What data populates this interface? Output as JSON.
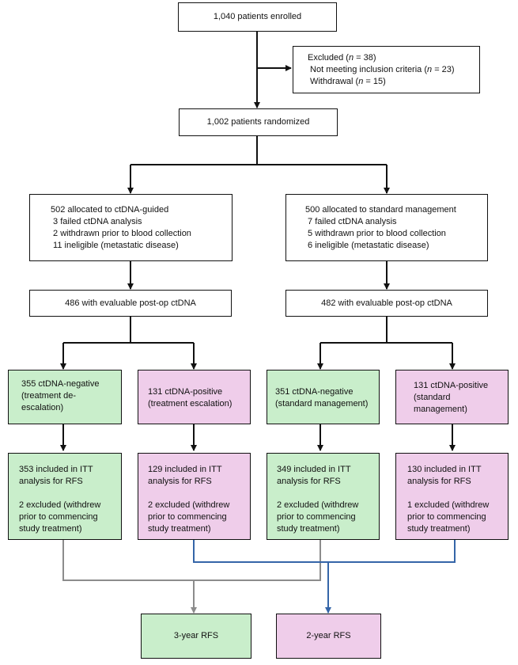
{
  "enrolled": "1,040 patients enrolled",
  "excluded": {
    "title_prefix": "Excluded (",
    "n_symbol": "n",
    "title_suffix": " = 38)",
    "line1_prefix": " Not meeting inclusion criteria (",
    "line1_suffix": " = 23)",
    "line2_prefix": " Withdrawal (",
    "line2_suffix": " = 15)"
  },
  "randomized": "1,002 patients randomized",
  "arms": [
    {
      "allocated": "502 allocated to ctDNA-guided",
      "failed": " 3 failed ctDNA analysis",
      "withdrawn": " 2 withdrawn prior to blood collection",
      "ineligible": " 11 ineligible (metastatic disease)",
      "evaluable": "486 with evaluable post-op ctDNA",
      "groups": [
        {
          "status": "355 ctDNA-negative\n(treatment de-\nescalation)",
          "itt": "353 included in ITT\nanalysis for RFS",
          "excluded": "2 excluded (withdrew\nprior to commencing\nstudy treatment)"
        },
        {
          "status": "131 ctDNA-positive\n(treatment escalation)",
          "itt": "129 included in ITT\nanalysis for RFS",
          "excluded": "2 excluded (withdrew\nprior to commencing\nstudy treatment)"
        }
      ]
    },
    {
      "allocated": "500 allocated to standard management",
      "failed": " 7 failed ctDNA analysis",
      "withdrawn": " 5 withdrawn prior to blood collection",
      "ineligible": " 6 ineligible (metastatic disease)",
      "evaluable": "482 with evaluable post-op ctDNA",
      "groups": [
        {
          "status": "351 ctDNA-negative\n(standard management)",
          "itt": "349 included in ITT\nanalysis for RFS",
          "excluded": "2 excluded (withdrew\nprior to commencing\nstudy treatment)"
        },
        {
          "status": "131 ctDNA-positive\n(standard\nmanagement)",
          "itt": "130 included in ITT\nanalysis for RFS",
          "excluded": "1 excluded (withdrew\nprior to commencing\nstudy treatment)"
        }
      ]
    }
  ],
  "outcomes": {
    "three_year": "3-year RFS",
    "two_year": "2-year RFS"
  },
  "colors": {
    "negative_fill": "#c9eecb",
    "positive_fill": "#efcdea",
    "three_year_line": "#8c8c8c",
    "two_year_line": "#3565a8",
    "stroke": "#111111"
  }
}
